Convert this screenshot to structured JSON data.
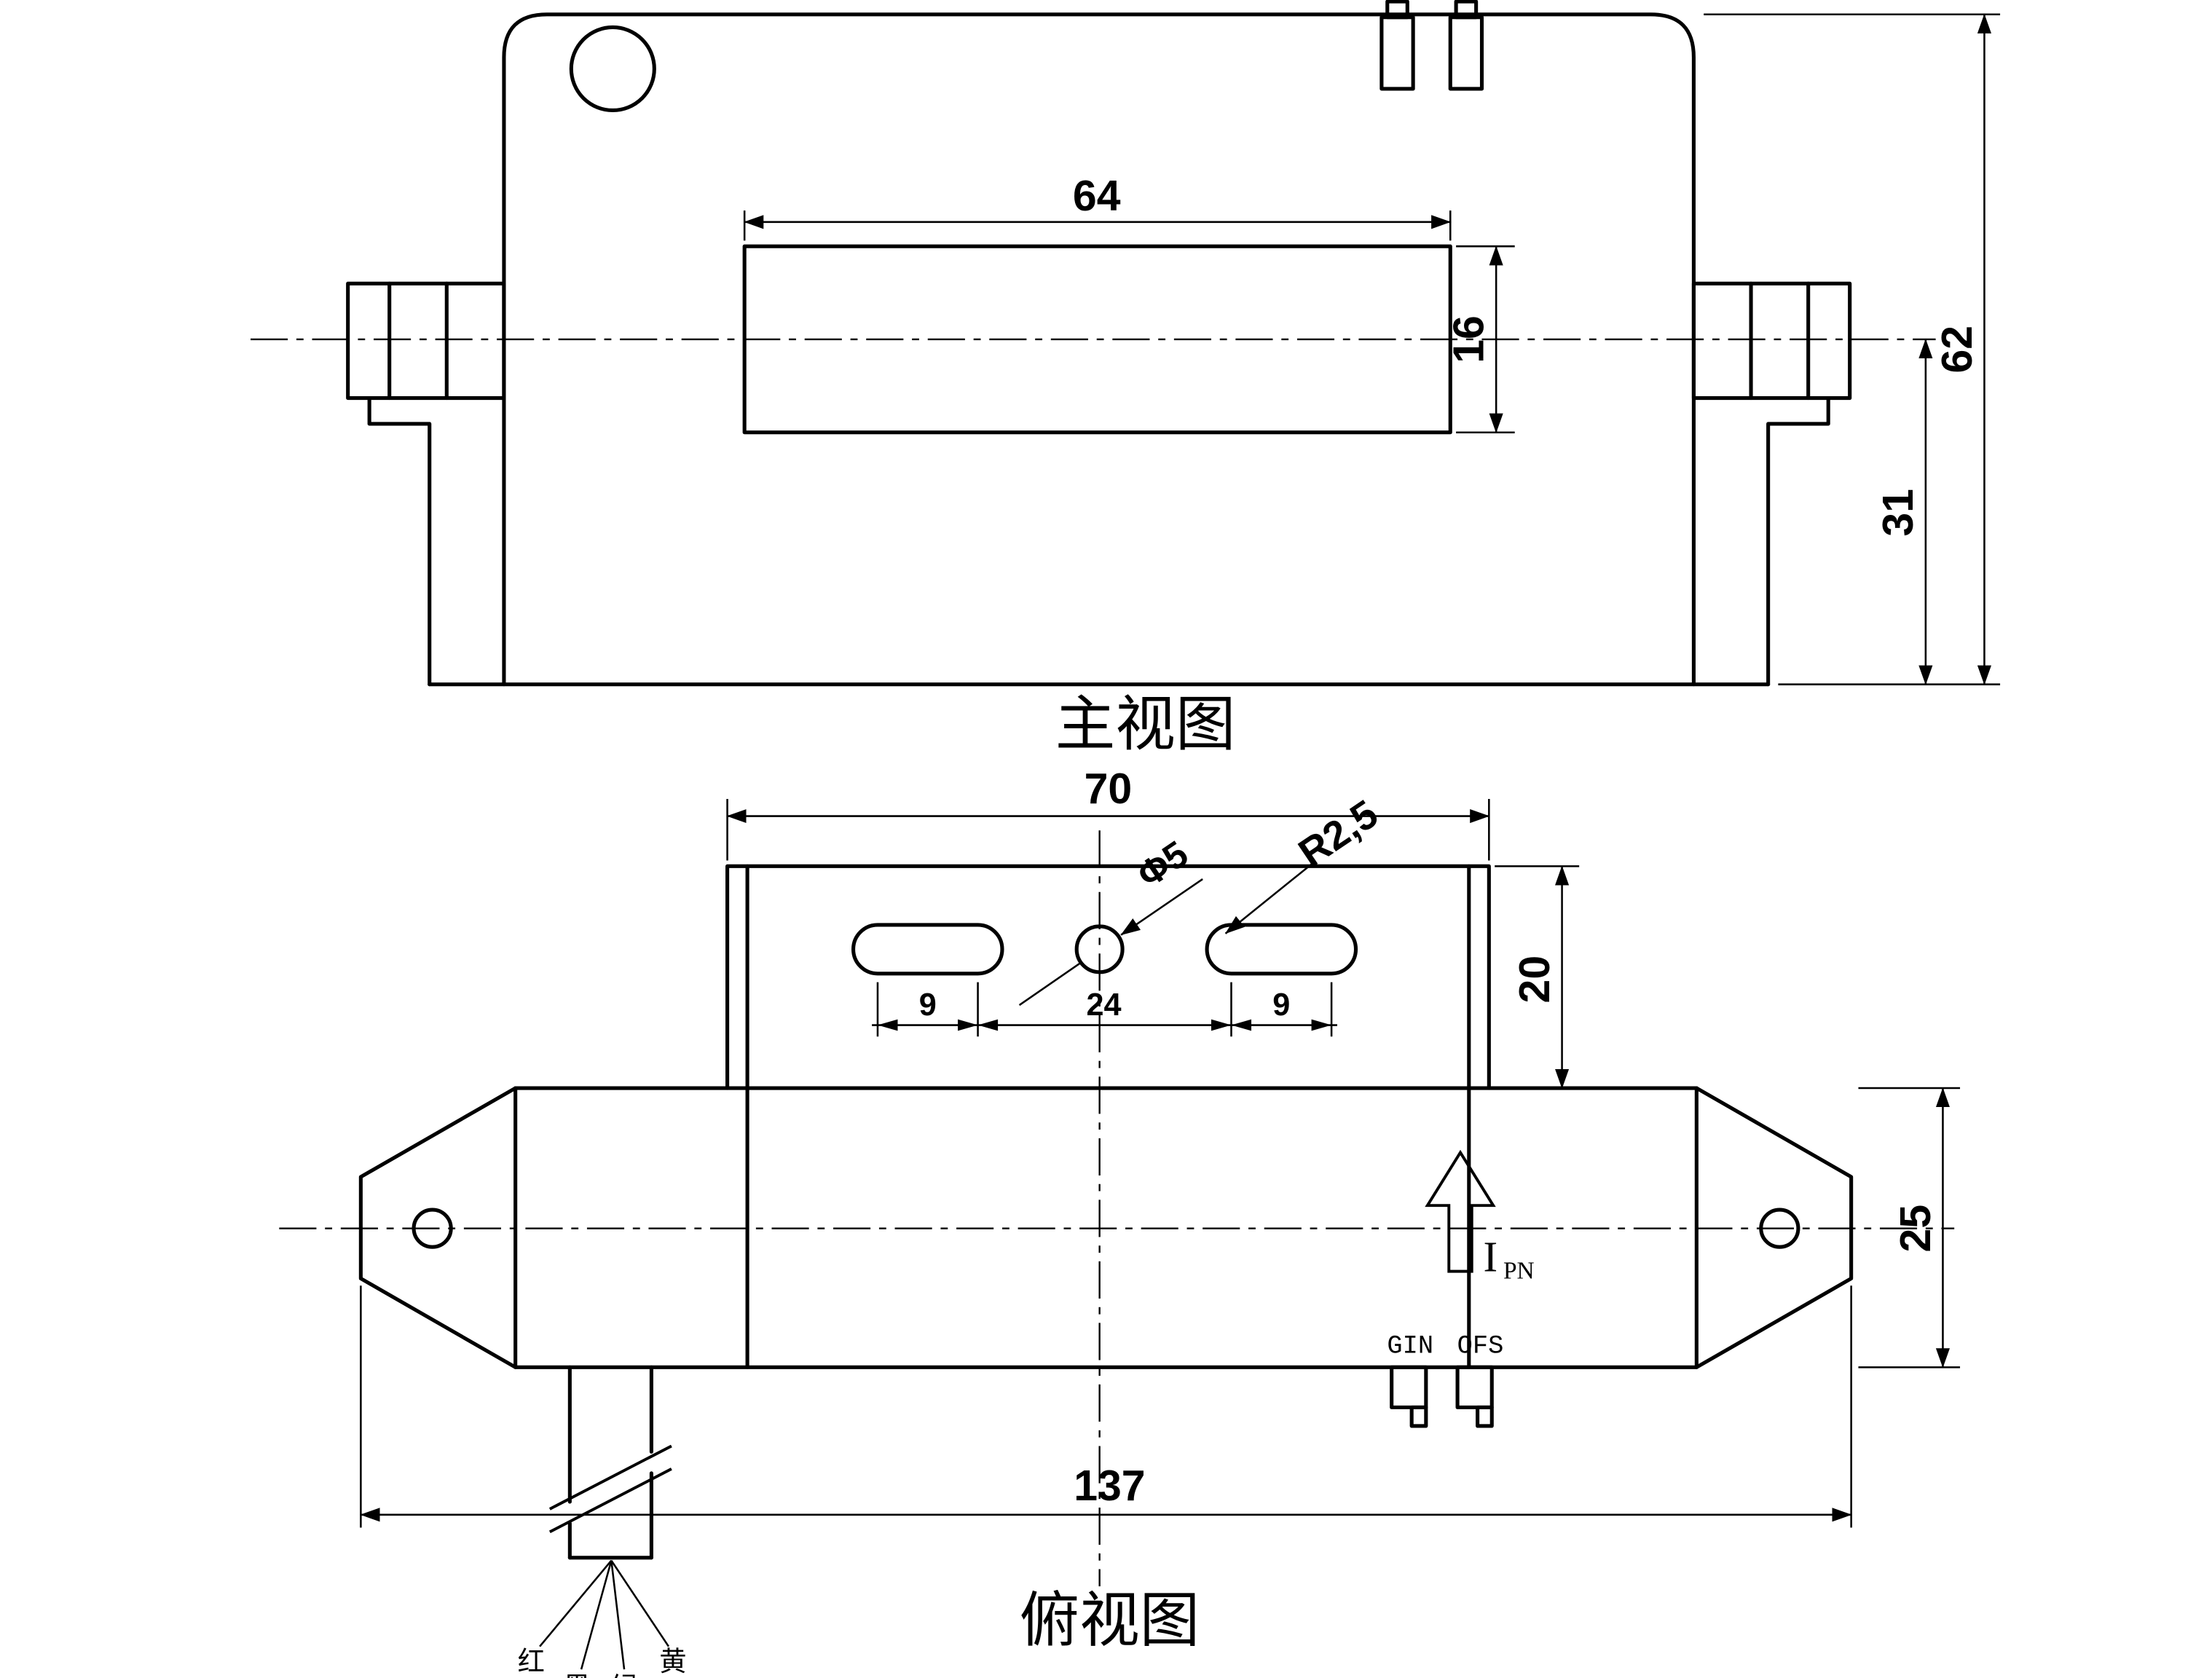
{
  "front_view": {
    "title": "主视图",
    "dims": {
      "slot_width": "64",
      "slot_height": "16",
      "total_height": "62",
      "lower_height": "31"
    }
  },
  "top_view": {
    "title": "俯视图",
    "dims": {
      "bracket_width": "70",
      "left_slot": "9",
      "hole_spacing": "24",
      "right_slot": "9",
      "hole_dia": "Φ5",
      "slot_end_radius": "R2,5",
      "bracket_depth": "20",
      "body_depth": "25",
      "total_length": "137"
    },
    "labels": {
      "current_symbol": "I",
      "current_subscript": "PN",
      "pin_left": "GIN",
      "pin_right": "OFS"
    },
    "wire_labels": [
      "红",
      "黑",
      "绿",
      "黄"
    ]
  }
}
